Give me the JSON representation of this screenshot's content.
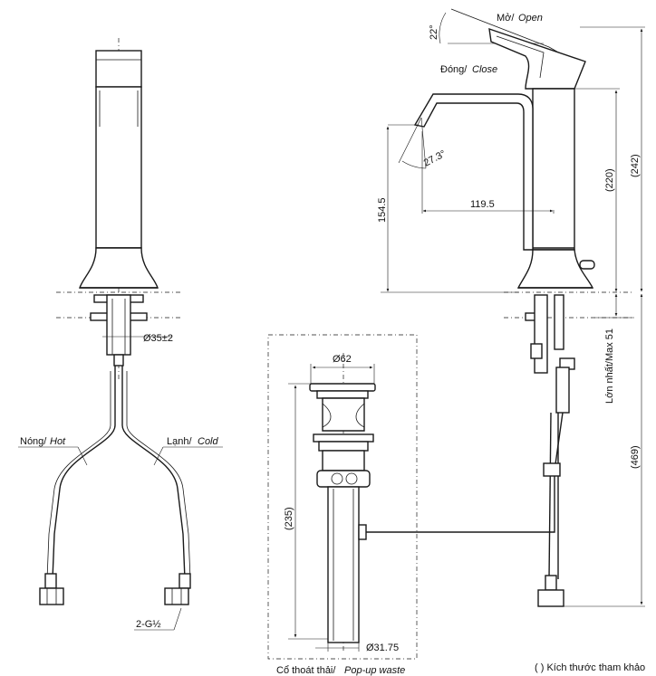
{
  "labels": {
    "open_vi": "Mở/",
    "open_en": "Open",
    "close_vi": "Đóng/",
    "close_en": "Close",
    "hot_vi": "Nóng/",
    "hot_en": "Hot",
    "cold_vi": "Lạnh/",
    "cold_en": "Cold",
    "thread": "2-G½",
    "waste_vi": "Cổ thoát thải/",
    "waste_en": "Pop-up waste",
    "max_label": "Lớn nhất/Max 51",
    "reference_note": "( ) Kích thước tham khảo"
  },
  "dimensions": {
    "angle_open": "22°",
    "angle_spout": "27.3°",
    "spout_height": "154.5",
    "spout_reach": "119.5",
    "height_220": "(220)",
    "height_242": "(242)",
    "length_469": "(469)",
    "waste_length": "(235)",
    "hole_diameter": "Ø35±2",
    "waste_top_diameter": "Ø62",
    "waste_tail_diameter": "Ø31.75"
  },
  "colors": {
    "line": "#1a1a1a",
    "background": "#ffffff"
  }
}
